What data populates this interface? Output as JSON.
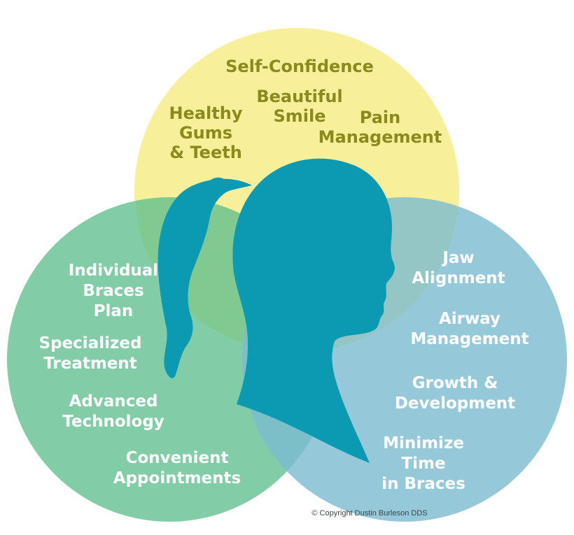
{
  "colors": {
    "background": "#ffffff",
    "top_circle": "#f7ee93",
    "left_circle": "#5fbf8f",
    "right_circle": "#7bbccf",
    "silhouette": "#0c9ab3",
    "top_text": "#8a8a1e",
    "bottom_text": "#ffffff"
  },
  "top_circle": {
    "items": [
      {
        "lines": [
          "Self-Confidence"
        ]
      },
      {
        "lines": [
          "Beautiful",
          "Smile"
        ]
      },
      {
        "lines": [
          "Healthy",
          "Gums",
          "& Teeth"
        ]
      },
      {
        "lines": [
          "Pain",
          "Management"
        ]
      }
    ]
  },
  "left_circle": {
    "items": [
      {
        "lines": [
          "Individual",
          "Braces",
          "Plan"
        ]
      },
      {
        "lines": [
          "Specialized",
          "Treatment"
        ]
      },
      {
        "lines": [
          "Advanced",
          "Technology"
        ]
      },
      {
        "lines": [
          "Convenient",
          "Appointments"
        ]
      }
    ]
  },
  "right_circle": {
    "items": [
      {
        "lines": [
          "Jaw",
          "Alignment"
        ]
      },
      {
        "lines": [
          "Airway",
          "Management"
        ]
      },
      {
        "lines": [
          "Growth &",
          "Development"
        ]
      },
      {
        "lines": [
          "Minimize",
          "Time",
          "in Braces"
        ]
      }
    ]
  },
  "center_icon": "girl-silhouette-icon",
  "copyright": "© Copyright Dustin Burleson DDS"
}
